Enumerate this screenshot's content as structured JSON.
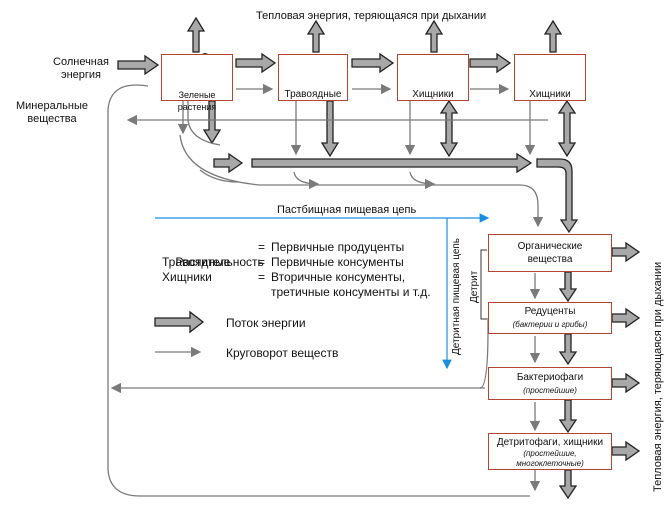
{
  "top_heat_label": "Тепловая энергия, теряющаяся при дыхании",
  "right_heat_label": "Тепловая энергия, теряющаяся при дыхании",
  "sun_label_1": "Солнечная",
  "sun_label_2": "энергия",
  "mineral_label_1": "Минеральные",
  "mineral_label_2": "вещества",
  "boxes": {
    "plants": "Зеленые растения",
    "herbivores": "Травоядные",
    "predators1": "Хищники",
    "predators2": "Хищники",
    "organic_1": "Органические",
    "organic_2": "вещества",
    "reducers": "Редуценты",
    "reducers_sub": "(бактерии и грибы)",
    "bacteriophages": "Бактериофаги",
    "bacteriophages_sub": "(простейшие)",
    "detritophages": "Детритофаги, хищники",
    "detritophages_sub_1": "(простейшие,",
    "detritophages_sub_2": "многоклеточные)"
  },
  "pasture_chain": "Пастбищная пищевая цепь",
  "detrital_chain": "Детритная пищевая цепь",
  "detritus": "Детрит",
  "legend": {
    "rows": [
      {
        "left": "Растительность",
        "eq": "=",
        "right": "Первичные продуценты"
      },
      {
        "left": "Травоядные",
        "eq": "=",
        "right": "Первичные консументы"
      },
      {
        "left": "Хищники",
        "eq": "=",
        "right": "Вторичные консументы,"
      },
      {
        "left": "",
        "eq": "",
        "right": "третичные консументы и т.д."
      }
    ],
    "energy_flow": "Поток энергии",
    "matter_cycle": "Круговорот веществ"
  },
  "colors": {
    "box_border": "#b4452e",
    "arrow_fill": "#a8a8a8",
    "arrow_stroke": "#222222",
    "thin_arrow": "#7a7a7a",
    "pasture_arrow": "#1a8fe0"
  }
}
